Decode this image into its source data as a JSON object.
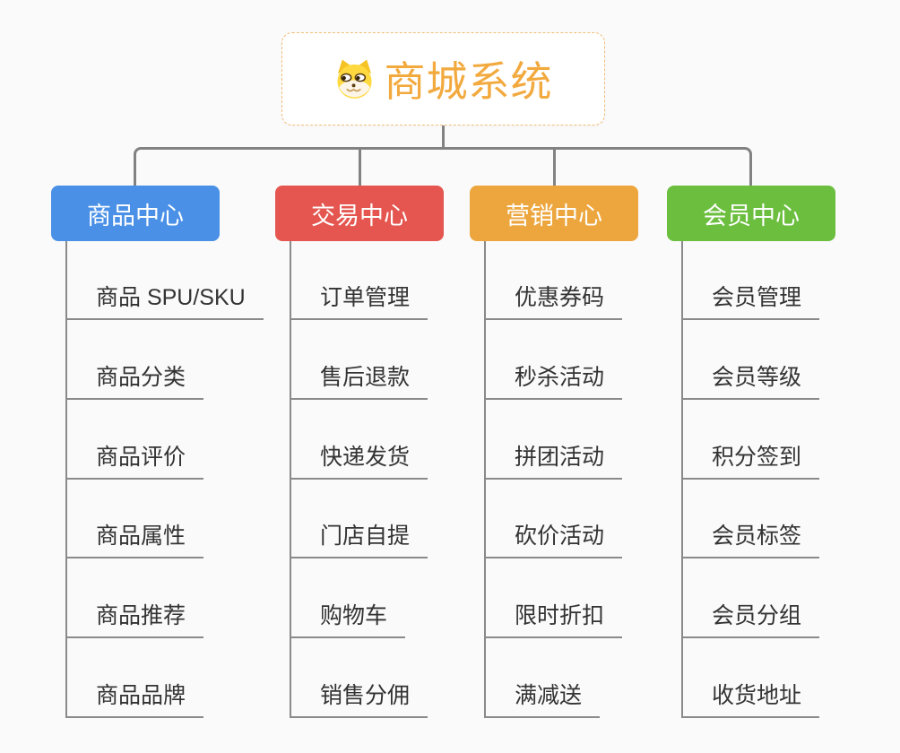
{
  "root": {
    "title": "商城系统",
    "title_color": "#f2a93e",
    "border_color": "#f2be77",
    "icon": "dog-face-icon"
  },
  "connectors": {
    "color": "#828282",
    "sub_line_color": "#8a8a8a"
  },
  "branches": [
    {
      "label": "商品中心",
      "color": "#4a90e6",
      "items": [
        "商品 SPU/SKU",
        "商品分类",
        "商品评价",
        "商品属性",
        "商品推荐",
        "商品品牌"
      ]
    },
    {
      "label": "交易中心",
      "color": "#e4564f",
      "items": [
        "订单管理",
        "售后退款",
        "快递发货",
        "门店自提",
        "购物车",
        "销售分佣"
      ]
    },
    {
      "label": "营销中心",
      "color": "#eca63d",
      "items": [
        "优惠券码",
        "秒杀活动",
        "拼团活动",
        "砍价活动",
        "限时折扣",
        "满减送"
      ]
    },
    {
      "label": "会员中心",
      "color": "#6cbe3f",
      "items": [
        "会员管理",
        "会员等级",
        "积分签到",
        "会员标签",
        "会员分组",
        "收货地址"
      ]
    }
  ]
}
